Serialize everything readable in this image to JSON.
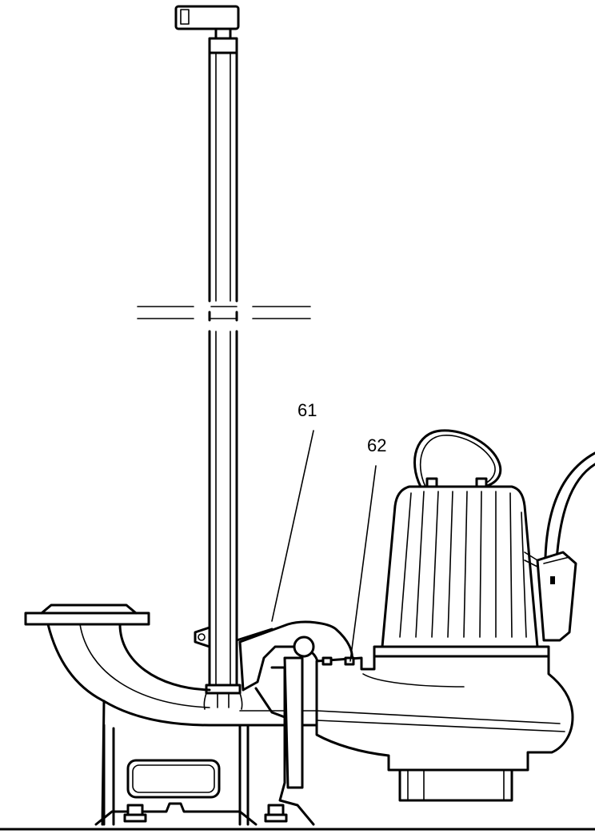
{
  "callouts": [
    {
      "id": "61",
      "label": "61"
    },
    {
      "id": "62",
      "label": "62"
    }
  ],
  "colors": {
    "line": "#000000",
    "background": "#ffffff"
  }
}
